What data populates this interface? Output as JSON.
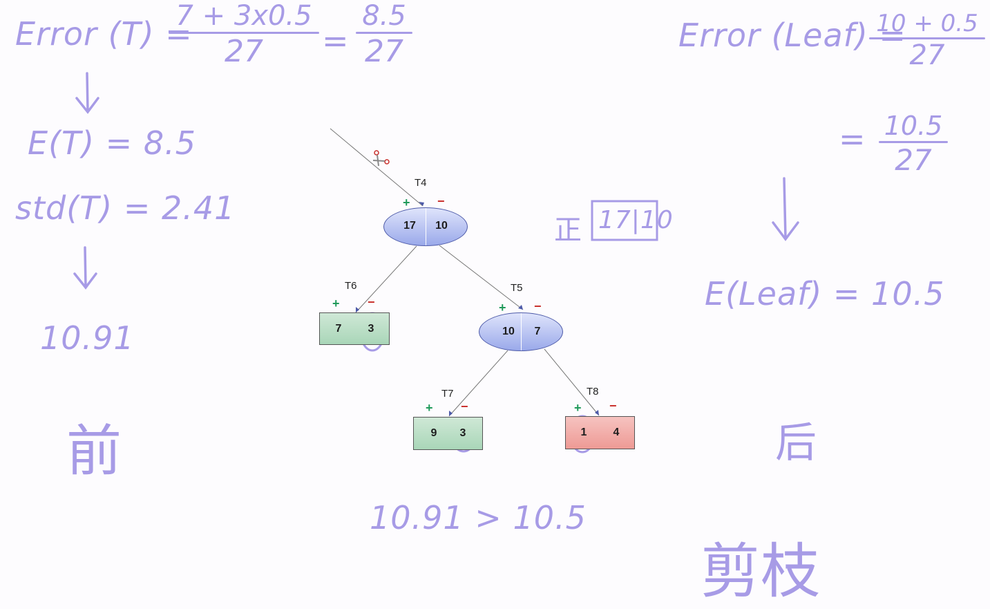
{
  "left_notes": {
    "error_t_label": "Error (T) =",
    "error_t_num": "7 + 3x0.5",
    "error_t_den": "27",
    "equals": "=",
    "error_t_num2": "8.5",
    "error_t_den2": "27",
    "e_t": "E(T) = 8.5",
    "std_t": "std(T) = 2.41",
    "value_before": "10.91",
    "before_char": "前"
  },
  "right_notes": {
    "error_leaf_label": "Error (Leaf) =",
    "error_leaf_num": "10 + 0.5",
    "error_leaf_den": "27",
    "equals": "=",
    "error_leaf_num2": "10.5",
    "error_leaf_den2": "27",
    "e_leaf": "E(Leaf) = 10.5",
    "after_char": "后",
    "prune_chars": "剪枝"
  },
  "center_notes": {
    "positive_char": "正",
    "positive_counts": "17|10",
    "comparison": "10.91 > 10.5"
  },
  "tree": {
    "plus": "+",
    "minus": "−",
    "T4": {
      "label": "T4",
      "pos": "17",
      "neg": "10"
    },
    "T5": {
      "label": "T5",
      "pos": "10",
      "neg": "7"
    },
    "T6": {
      "label": "T6",
      "pos": "7",
      "neg": "3"
    },
    "T7": {
      "label": "T7",
      "pos": "9",
      "neg": "3"
    },
    "T8": {
      "label": "T8",
      "pos": "1",
      "neg": "4"
    }
  },
  "colors": {
    "ink": "#a79be6",
    "node_blue": "#9aa9ea",
    "leaf_green": "#a9d6b8",
    "leaf_red": "#ee9a95",
    "plus_green": "#1f9a5a",
    "minus_red": "#c9302c"
  }
}
